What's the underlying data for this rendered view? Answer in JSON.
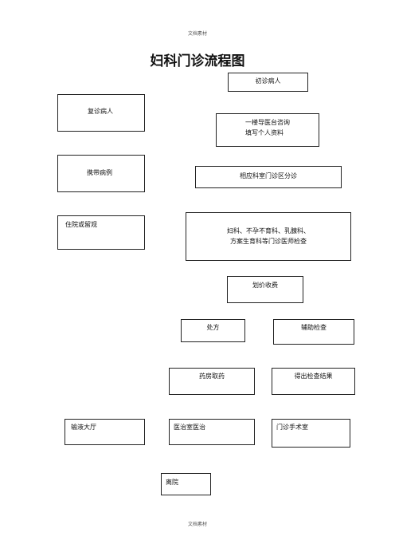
{
  "header": "文档素材",
  "footer": "文档素材",
  "title": "妇科门诊流程图",
  "boxes": {
    "first_visit": "初诊病人",
    "return_visit": "复诊病人",
    "guide_consult_line1": "一楼导医台咨询",
    "guide_consult_line2": "填写个人资料",
    "bring_records": "携带病例",
    "dept_triage": "相应科室门诊区分诊",
    "inpatient_obs": "住院或留观",
    "exam_line1": "妇科、不孕不育科、乳腺科、",
    "exam_line2": "方案生育科等门诊医师检查",
    "pricing": "划价收费",
    "prescription": "处方",
    "aux_exam": "辅助检查",
    "pharmacy": "药房取药",
    "get_results": "得出检查结果",
    "infusion_hall": "输液大厅",
    "treatment_room": "医治室医治",
    "surgery_room": "门诊手术室",
    "leave_hospital": "离院"
  }
}
